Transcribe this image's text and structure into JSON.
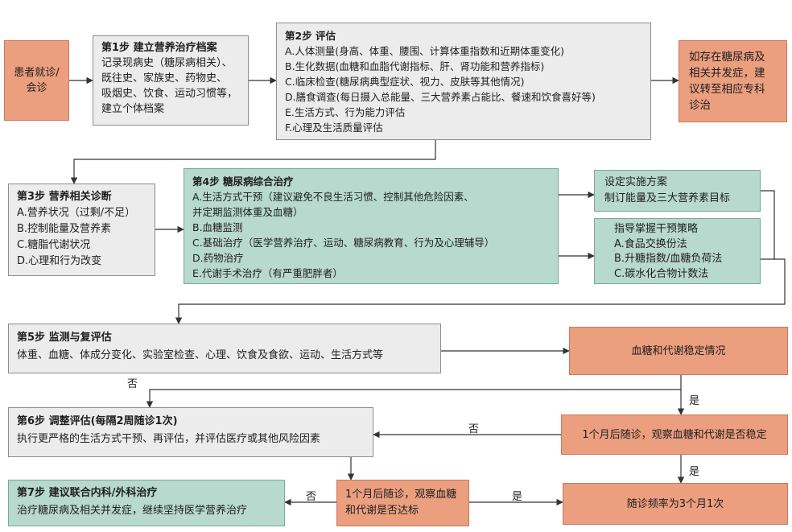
{
  "boxes": {
    "patient": {
      "text": "患者就诊/会诊"
    },
    "step1": {
      "title": "第1步  建立营养治疗档案",
      "lines": [
        "记录现病史（糖尿病相关）、",
        "既往史、家族史、药物史、",
        "吸烟史、饮食、运动习惯等，",
        "建立个体档案"
      ]
    },
    "step2": {
      "title": "第2步  评估",
      "lines": [
        "A.人体测量(身高、体重、腰围、计算体重指数和近期体重变化)",
        "B.生化数据(血糖和血脂代谢指标、肝、肾功能和营养指标)",
        "C.临床检查(糖尿病典型症状、视力、皮肤等其他情况)",
        "D.膳食调查(每日摄入总能量、三大营养素占能比、餐速和饮食喜好等)",
        "E.生活方式、行为能力评估",
        "F.心理及生活质量评估"
      ]
    },
    "referral": {
      "lines": [
        "如存在糖尿病及",
        "相关并发症，建",
        "议转至相应专科",
        "诊治"
      ]
    },
    "step3": {
      "title": "第3步  营养相关诊断",
      "lines": [
        "A.营养状况（过剩/不足）",
        "B.控制能量及营养素",
        "C.糖脂代谢状况",
        "D.心理和行为改变"
      ]
    },
    "step4": {
      "title": "第4步  糖尿病综合治疗",
      "lines": [
        "A.生活方式干预（建议避免不良生活习惯、控制其他危险因素、",
        "并定期监测体重及血糖）",
        "B.血糖监测",
        "C.基础治疗（医学营养治疗、运动、糖尿病教育、行为及心理辅导）",
        "D.药物治疗",
        "E.代谢手术治疗（有严重肥胖者）"
      ]
    },
    "plan": {
      "lines": [
        "设定实施方案",
        "制订能量及三大营养素目标"
      ]
    },
    "strategy": {
      "lines": [
        "指导掌握干预策略",
        "A.食品交换份法",
        "B.升糖指数/血糖负荷法",
        "C.碳水化合物计数法"
      ]
    },
    "step5": {
      "title": "第5步  监测与复评估",
      "lines": [
        "体重、血糖、体成分变化、实验室检查、心理、饮食及食欲、运动、生活方式等"
      ]
    },
    "stable": {
      "text": "血糖和代谢稳定情况"
    },
    "step6": {
      "title": "第6步  调整评估(每隔2周随诊1次)",
      "lines": [
        "执行更严格的生活方式干预、再评估，并评估医疗或其他风险因素"
      ]
    },
    "followup1": {
      "text": "1个月后随诊，观察血糖和代谢是否稳定"
    },
    "step7": {
      "title": "第7步  建议联合内科/外科治疗",
      "lines": [
        "治疗糖尿病及相关并发症，继续坚持医学营养治疗"
      ]
    },
    "followup2": {
      "lines": [
        "1个月后随诊，观察血糖",
        "和代谢是否达标"
      ]
    },
    "frequency": {
      "text": "随诊频率为3个月1次"
    }
  },
  "edge_labels": {
    "no_top": "否",
    "yes_top": "是",
    "no_mid": "否",
    "yes_mid": "是",
    "no_bottom": "否",
    "yes_bottom": "是"
  },
  "colors": {
    "gray": "#ececec",
    "green": "#b8d9cd",
    "orange": "#eb9f7f",
    "arrow": "#333333"
  },
  "icons": [
    "logo-seal-icon"
  ]
}
